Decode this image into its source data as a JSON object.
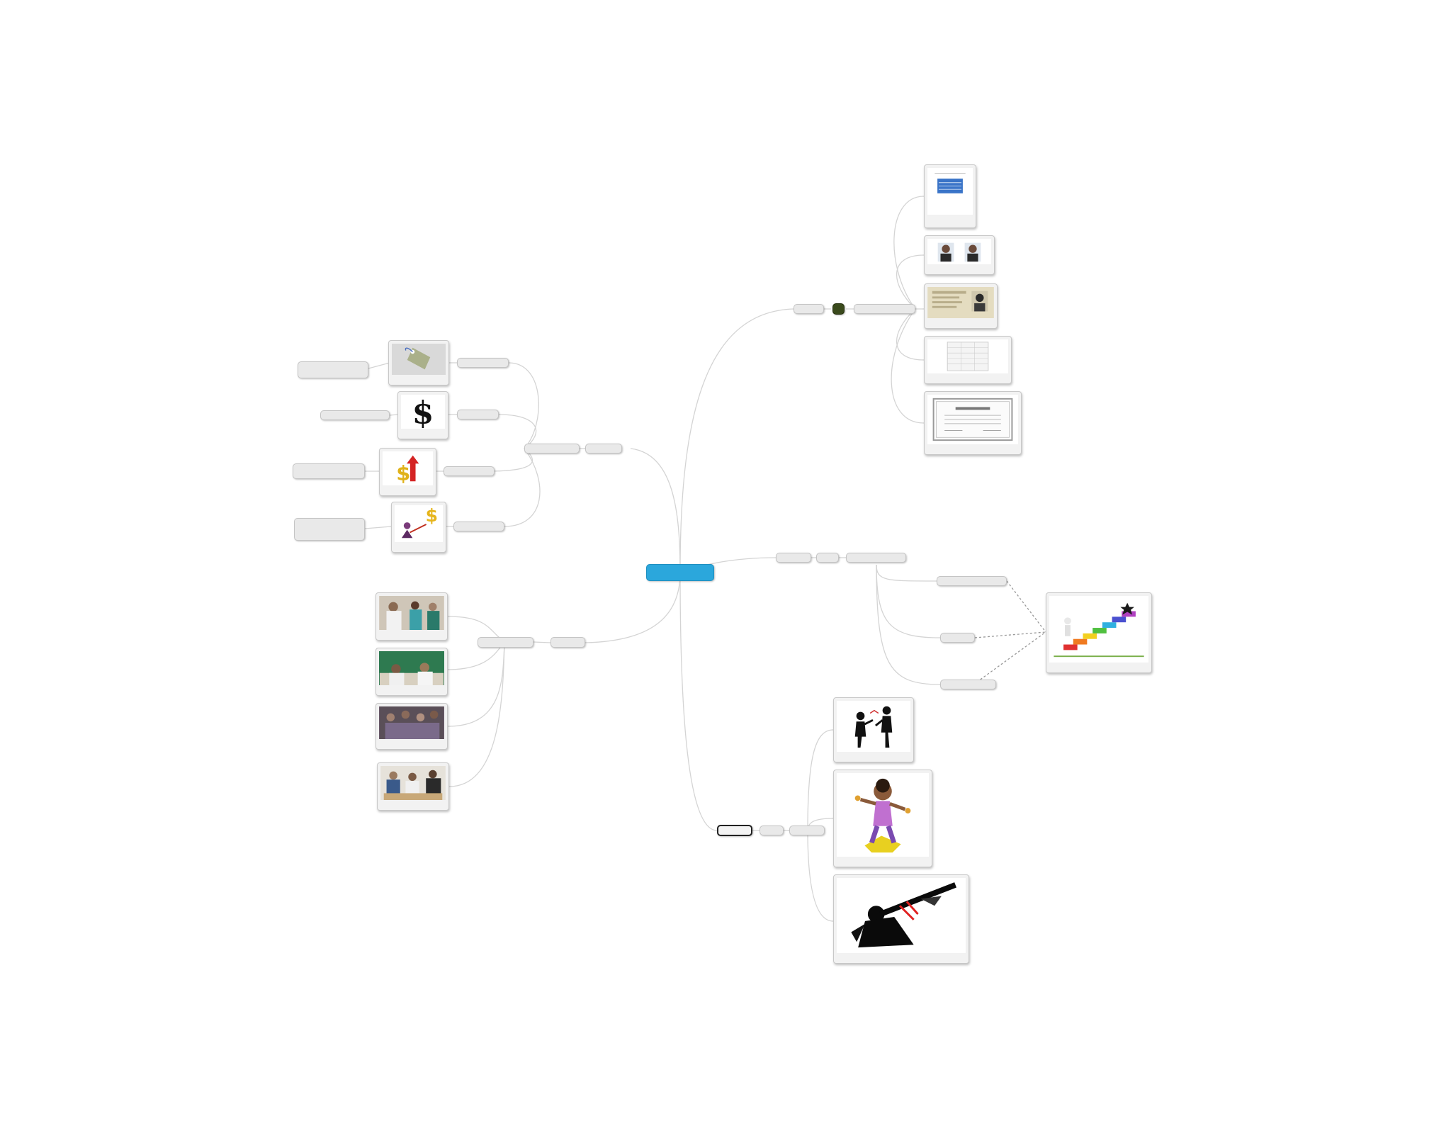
{
  "mindmap": {
    "root": {
      "label": ""
    },
    "branches": {
      "top_left": {
        "labels": [
          "",
          ""
        ],
        "items": [
          {
            "label": "",
            "note": "",
            "icon": "price-tag-icon"
          },
          {
            "label": "",
            "note": "",
            "icon": "dollar-sign-icon"
          },
          {
            "label": "",
            "note": "",
            "icon": "money-growth-icon"
          },
          {
            "label": "",
            "note": "",
            "icon": "money-person-icon"
          }
        ]
      },
      "bottom_left": {
        "labels": [
          "",
          ""
        ],
        "photos": [
          {
            "caption": "",
            "image": "team-meeting-photo"
          },
          {
            "caption": "",
            "image": "classroom-photo"
          },
          {
            "caption": "",
            "image": "group-discussion-photo"
          },
          {
            "caption": "",
            "image": "office-meeting-photo"
          }
        ]
      },
      "top_right": {
        "labels": [
          "",
          ""
        ],
        "documents": [
          {
            "caption": "",
            "image": "form-document"
          },
          {
            "caption": "",
            "image": "id-photos"
          },
          {
            "caption": "",
            "image": "id-card"
          },
          {
            "caption": "",
            "image": "spreadsheet-document"
          },
          {
            "caption": "",
            "image": "certificate"
          }
        ]
      },
      "middle_right": {
        "labels": [
          "",
          "",
          ""
        ],
        "subitems": [
          "",
          "",
          ""
        ],
        "image_caption": "",
        "image": "staircase-success-illustration"
      },
      "bottom_right": {
        "labels": [
          "",
          "",
          ""
        ],
        "images": [
          {
            "caption": "",
            "image": "people-talking-illustration"
          },
          {
            "caption": "",
            "image": "dancing-person-illustration"
          },
          {
            "caption": "",
            "image": "musician-silhouette-illustration"
          }
        ]
      }
    },
    "colors": {
      "root": "#2ba7dc",
      "connector": "#d4d4d4",
      "node": "#e9e9e9"
    }
  }
}
